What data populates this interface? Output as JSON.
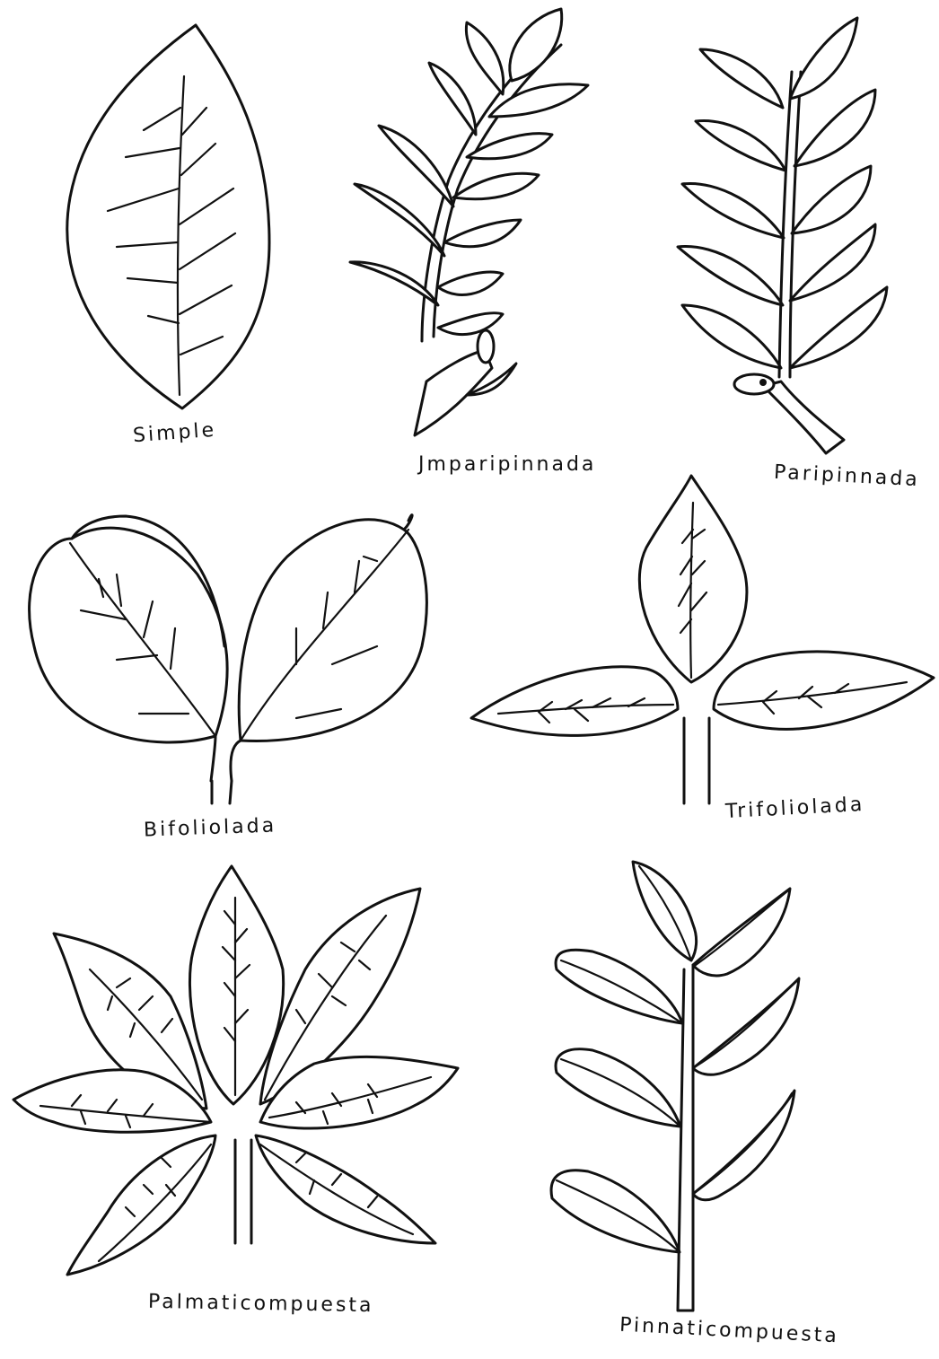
{
  "leaf_types": [
    {
      "id": "simple",
      "label": "Simple"
    },
    {
      "id": "imparipinnada",
      "label": "Jmparipinnada"
    },
    {
      "id": "paripinnada",
      "label": "Paripinnada"
    },
    {
      "id": "bifoliolada",
      "label": "Bifoliolada"
    },
    {
      "id": "trifoliolada",
      "label": "Trifoliolada"
    },
    {
      "id": "palmaticompuesta",
      "label": "Palmaticompuesta"
    },
    {
      "id": "pinnaticompuesta",
      "label": "Pinnaticompuesta"
    }
  ],
  "colors": {
    "ink": "#111111",
    "paper": "#ffffff"
  }
}
